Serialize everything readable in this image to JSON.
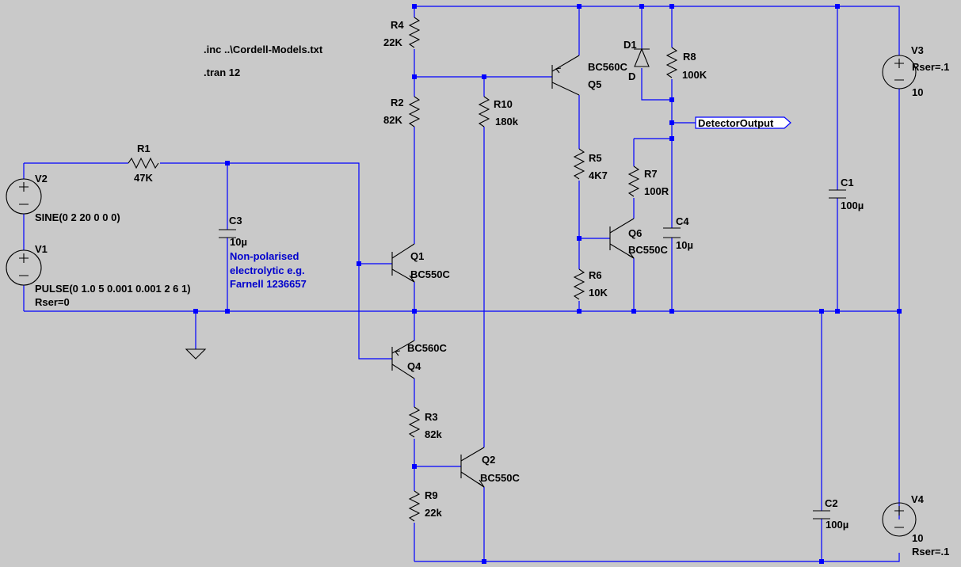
{
  "directives": [
    ".inc ..\\Cordell-Models.txt",
    ".tran 12"
  ],
  "note_lines": [
    "Non-polarised",
    "electrolytic e.g.",
    "Farnell 1236657"
  ],
  "net_label": "DetectorOutput",
  "components": {
    "R1": {
      "name": "R1",
      "value": "47K"
    },
    "R2": {
      "name": "R2",
      "value": "82K"
    },
    "R3": {
      "name": "R3",
      "value": "82k"
    },
    "R4": {
      "name": "R4",
      "value": "22K"
    },
    "R5": {
      "name": "R5",
      "value": "4K7"
    },
    "R6": {
      "name": "R6",
      "value": "10K"
    },
    "R7": {
      "name": "R7",
      "value": "100R"
    },
    "R8": {
      "name": "R8",
      "value": "100K"
    },
    "R9": {
      "name": "R9",
      "value": "22k"
    },
    "R10": {
      "name": "R10",
      "value": "180k"
    },
    "C1": {
      "name": "C1",
      "value": "100µ"
    },
    "C2": {
      "name": "C2",
      "value": "100µ"
    },
    "C3": {
      "name": "C3",
      "value": "10µ"
    },
    "C4": {
      "name": "C4",
      "value": "10µ"
    },
    "D1": {
      "name": "D1",
      "value": "D"
    },
    "Q1": {
      "name": "Q1",
      "value": "BC550C"
    },
    "Q2": {
      "name": "Q2",
      "value": "BC550C"
    },
    "Q4": {
      "name": "Q4",
      "value": "BC560C"
    },
    "Q5": {
      "name": "Q5",
      "value": "BC560C"
    },
    "Q6": {
      "name": "Q6",
      "value": "BC550C"
    },
    "V1": {
      "name": "V1",
      "value": "PULSE(0 1.0 5 0.001 0.001 2 6 1)",
      "extra": "Rser=0"
    },
    "V2": {
      "name": "V2",
      "value": "SINE(0 2 20 0 0 0)"
    },
    "V3": {
      "name": "V3",
      "value": "10",
      "extra": "Rser=.1"
    },
    "V4": {
      "name": "V4",
      "value": "10",
      "extra": "Rser=.1"
    }
  }
}
